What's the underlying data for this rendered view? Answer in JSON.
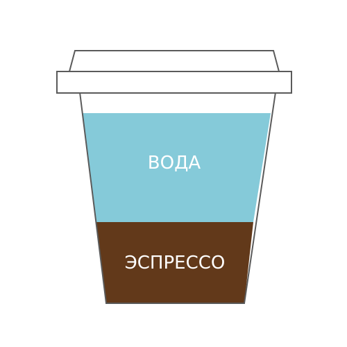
{
  "cup": {
    "layers": [
      {
        "name": "water",
        "label": "ВОДА",
        "color": "#85CAD9"
      },
      {
        "name": "espresso",
        "label": "ЭСПРЕССО",
        "color": "#62391A"
      }
    ],
    "colors": {
      "outline": "#5a5a5a",
      "lid": "#ffffff",
      "cup_body": "#ffffff"
    }
  }
}
